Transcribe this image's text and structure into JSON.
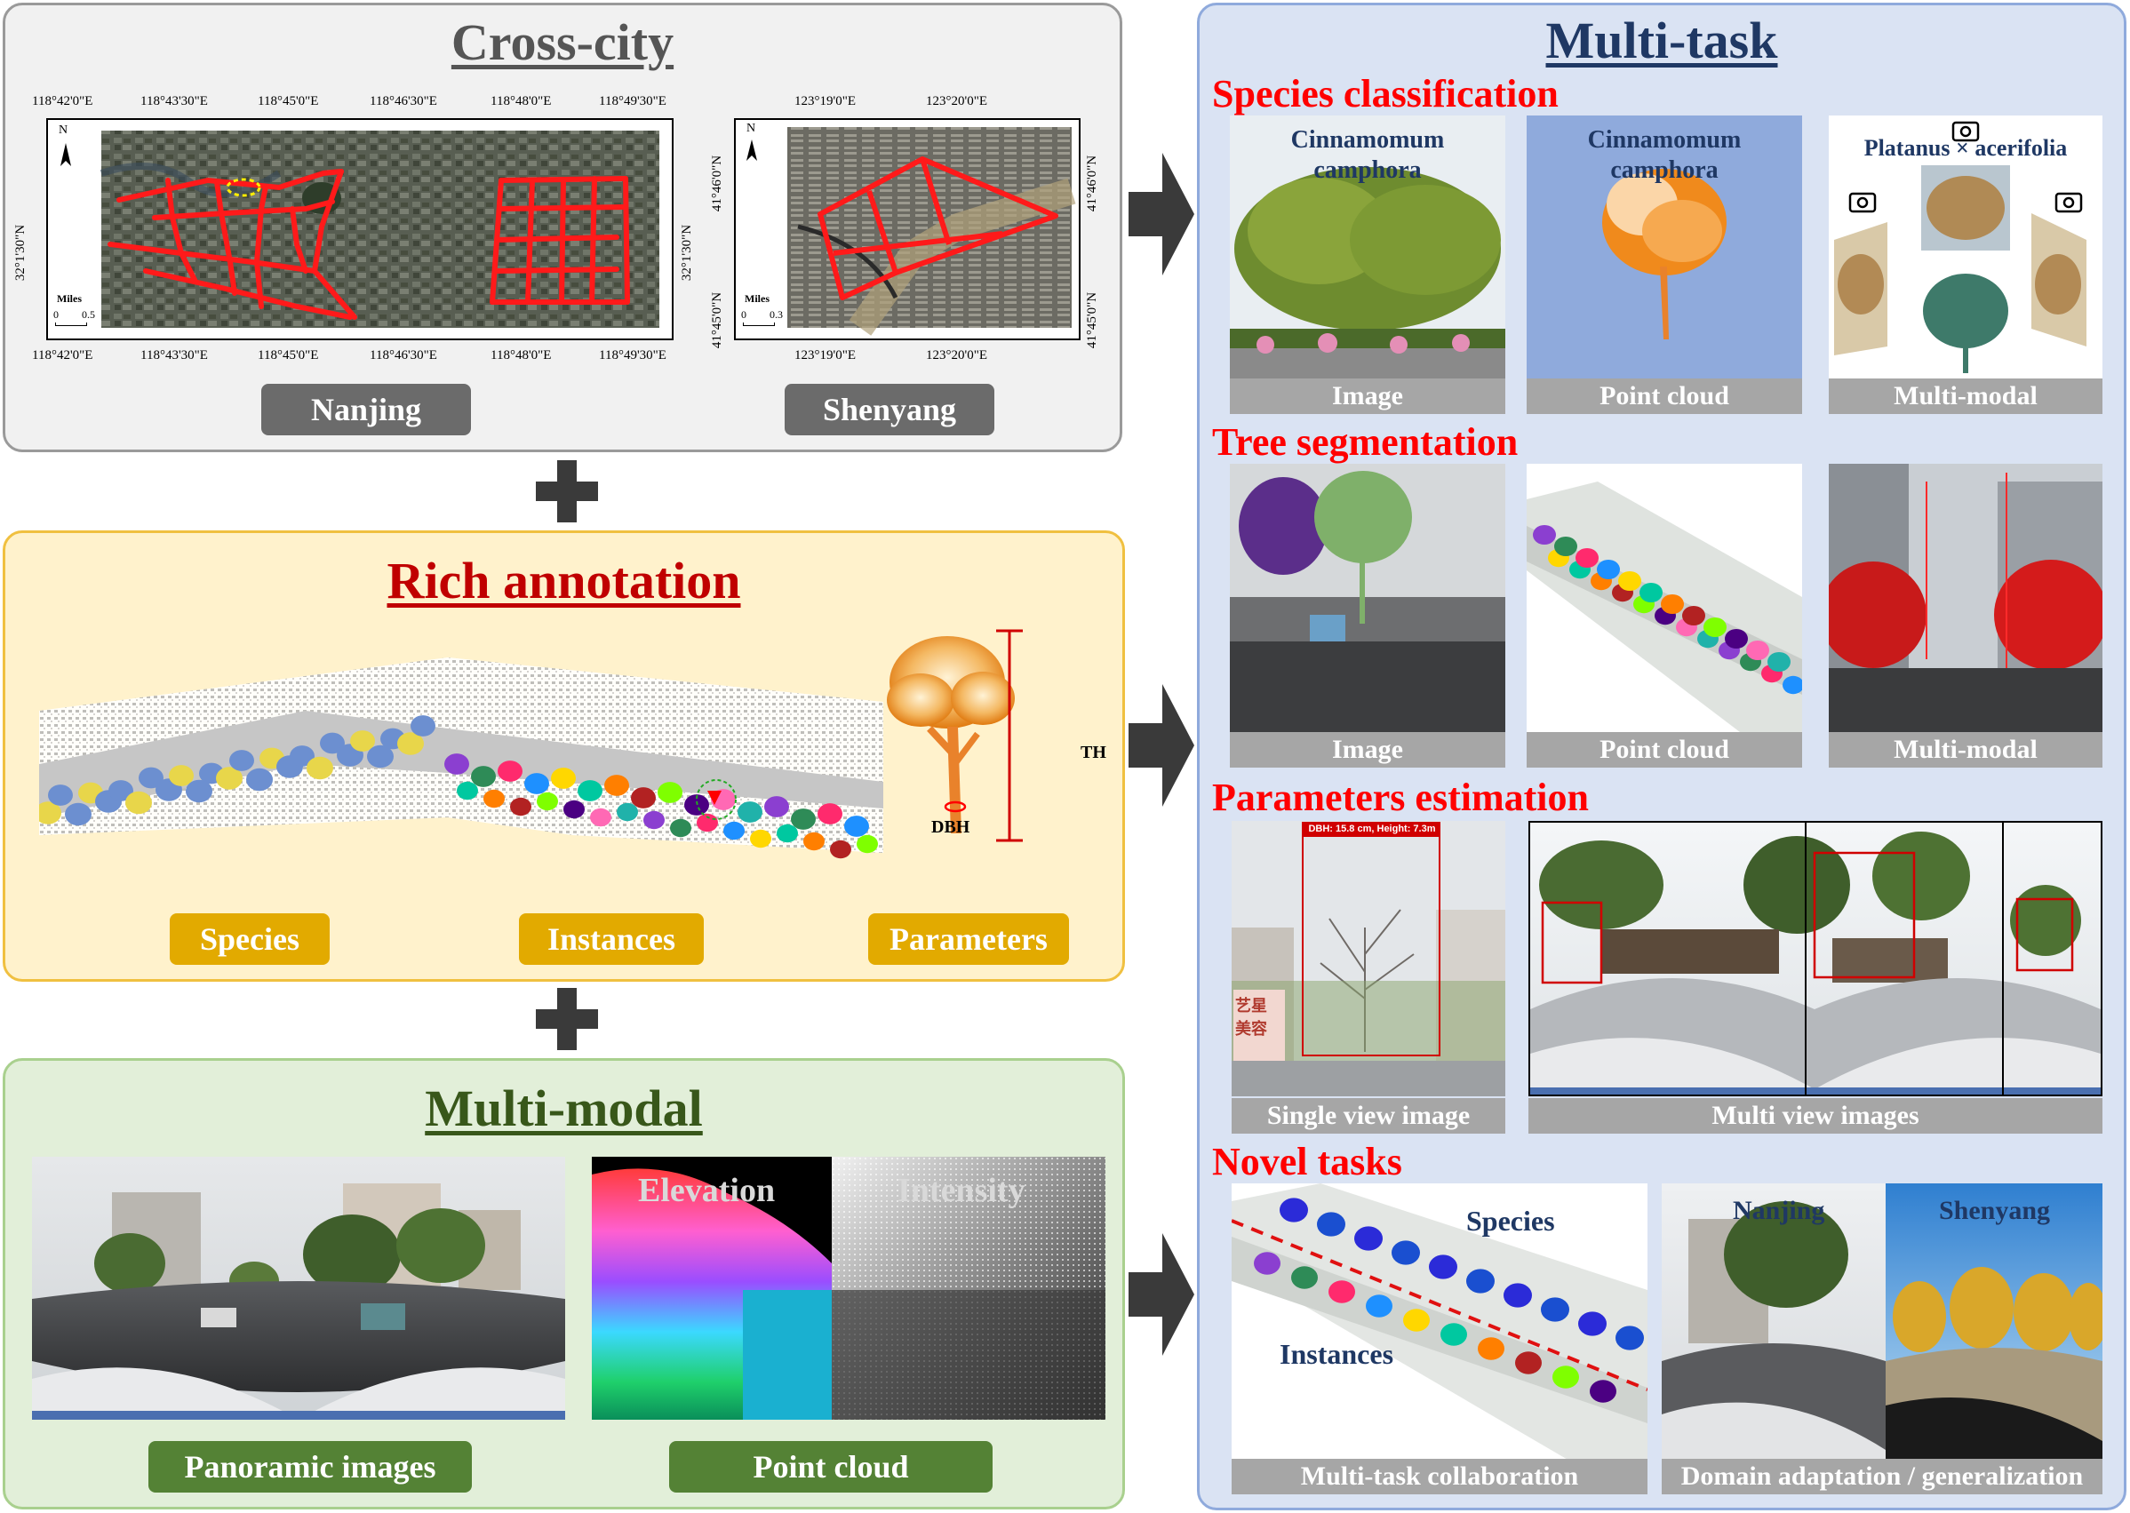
{
  "cross_city": {
    "title": "Cross-city",
    "nanjing": {
      "top_ticks": [
        "118°42'0\"E",
        "118°43'30\"E",
        "118°45'0\"E",
        "118°46'30\"E",
        "118°48'0\"E",
        "118°49'30\"E"
      ],
      "bottom_ticks": [
        "118°42'0\"E",
        "118°43'30\"E",
        "118°45'0\"E",
        "118°46'30\"E",
        "118°48'0\"E",
        "118°49'30\"E"
      ],
      "left_tick": "32°1'30\"N",
      "right_tick": "32°1'30\"N",
      "north": "N",
      "scale_unit": "Miles",
      "scale_zero": "0",
      "scale_max": "0.5",
      "label": "Nanjing"
    },
    "shenyang": {
      "top_ticks": [
        "123°19'0\"E",
        "123°20'0\"E"
      ],
      "bottom_ticks": [
        "123°19'0\"E",
        "123°20'0\"E"
      ],
      "left_ticks": [
        "41°46'0\"N",
        "41°45'0\"N"
      ],
      "right_ticks": [
        "41°46'0\"N",
        "41°45'0\"N"
      ],
      "north": "N",
      "scale_unit": "Miles",
      "scale_zero": "0",
      "scale_max": "0.3",
      "label": "Shenyang"
    }
  },
  "rich_annotation": {
    "title": "Rich annotation",
    "th_label": "TH",
    "dbh_label": "DBH",
    "labels": [
      "Species",
      "Instances",
      "Parameters"
    ]
  },
  "multi_modal": {
    "title": "Multi-modal",
    "elevation": "Elevation",
    "intensity": "Intensity",
    "labels": [
      "Panoramic images",
      "Point cloud"
    ]
  },
  "multi_task": {
    "title": "Multi-task",
    "species_classification": {
      "title": "Species classification",
      "img_text": [
        "Cinnamomum",
        "camphora"
      ],
      "pc_text": [
        "Cinnamomum",
        "camphora"
      ],
      "mm_text": "Platanus × acerifolia",
      "captions": [
        "Image",
        "Point cloud",
        "Multi-modal"
      ]
    },
    "tree_segmentation": {
      "title": "Tree segmentation",
      "captions": [
        "Image",
        "Point cloud",
        "Multi-modal"
      ]
    },
    "parameters_estimation": {
      "title": "Parameters estimation",
      "bbox_label": "DBH: 15.8 cm, Height: 7.3m",
      "sign_text": "艺星美容",
      "captions": [
        "Single view image",
        "Multi view images"
      ]
    },
    "novel_tasks": {
      "title": "Novel tasks",
      "species": "Species",
      "instances": "Instances",
      "nanjing": "Nanjing",
      "shenyang": "Shenyang",
      "captions": [
        "Multi-task collaboration",
        "Domain adaptation / generalization"
      ]
    }
  },
  "colors": {
    "road_red": "#ff1a1a",
    "section_red": "#ff0000",
    "navy": "#1f3864",
    "species_blue": "#6c8fd0",
    "species_yellow": "#e8d64a",
    "arrow_dark": "#3a3a3a"
  }
}
